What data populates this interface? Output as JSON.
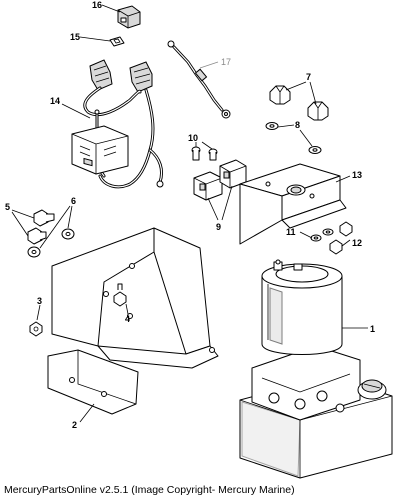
{
  "footer": {
    "caption": "MercuryPartsOnline v2.5.1 (Image Copyright- Mercury Marine)"
  },
  "callouts": {
    "c1": "1",
    "c2": "2",
    "c3": "3",
    "c4": "4",
    "c5": "5",
    "c6": "6",
    "c7": "7",
    "c8": "8",
    "c9": "9",
    "c10": "10",
    "c11": "11",
    "c12": "12",
    "c13": "13",
    "c14": "14",
    "c15": "15",
    "c16": "16",
    "c17": "17"
  }
}
